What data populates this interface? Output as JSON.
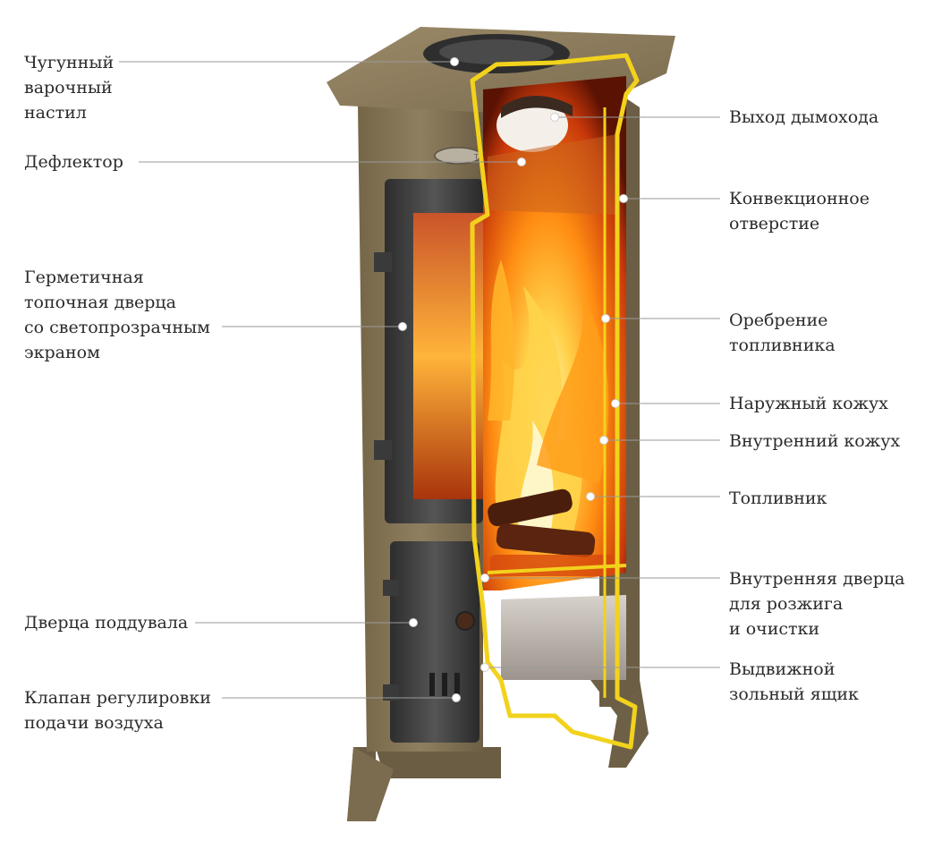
{
  "labels_left": [
    {
      "id": "cast-iron-cooktop",
      "text": "Чугунный\nварочный\nнастил"
    },
    {
      "id": "deflector",
      "text": "Дефлектор"
    },
    {
      "id": "sealed-fire-door",
      "text": "Герметичная\nтопочная дверца\nсо светопрозрачным\nэкраном"
    },
    {
      "id": "ash-pit-door",
      "text": "Дверца поддувала"
    },
    {
      "id": "air-valve",
      "text": "Клапан регулировки\nподачи воздуха"
    }
  ],
  "labels_right": [
    {
      "id": "flue-outlet",
      "text": "Выход дымохода"
    },
    {
      "id": "convection-opening",
      "text": "Конвекционное\nотверстие"
    },
    {
      "id": "firebox-ribs",
      "text": "Оребрение\nтопливника"
    },
    {
      "id": "outer-casing",
      "text": "Наружный кожух"
    },
    {
      "id": "inner-casing",
      "text": "Внутренний кожух"
    },
    {
      "id": "firebox",
      "text": "Топливник"
    },
    {
      "id": "inner-door",
      "text": "Внутренняя дверца\nдля розжига\nи очистки"
    },
    {
      "id": "ash-drawer",
      "text": "Выдвижной\nзольный ящик"
    }
  ],
  "logo_text": "TA",
  "colors": {
    "casing": "#8a7a5c",
    "casing_dark": "#6f6148",
    "cast_iron": "#3c3c3c",
    "outline": "#f2d21c",
    "fire_core": "#fff2a8",
    "fire_mid": "#ff9b12",
    "fire_edge": "#b32a05",
    "leader": "#9a9a9a",
    "label_text": "#2b2b2b"
  }
}
